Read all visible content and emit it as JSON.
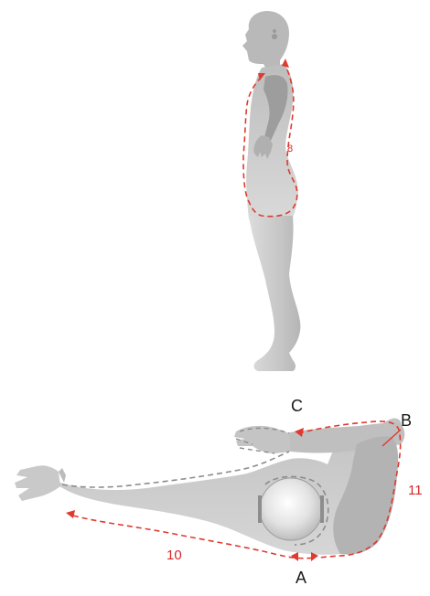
{
  "labels": {
    "measure_8": "8",
    "measure_10": "10",
    "measure_11": "11",
    "point_a": "A",
    "point_b": "B",
    "point_c": "C"
  },
  "colors": {
    "body_fill": "#c9c9c9",
    "body_shade": "#a7a7a7",
    "measure_line": "#e03a2f",
    "outline_dash": "#8c8c8c",
    "label_red": "#d8262a",
    "label_black": "#1a1a1a"
  }
}
